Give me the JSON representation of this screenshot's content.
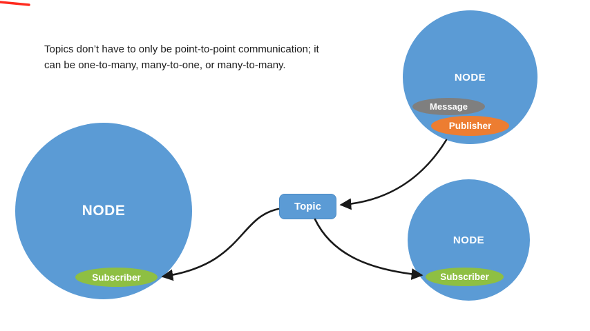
{
  "slide": {
    "description": "Topics don’t have to only be point-to-point communication; it can be one-to-many, many-to-one, or many-to-many."
  },
  "nodes": {
    "left": {
      "label": "NODE",
      "subscriber": "Subscriber"
    },
    "top_right": {
      "label": "NODE",
      "message": "Message",
      "publisher": "Publisher"
    },
    "bottom_right": {
      "label": "NODE",
      "subscriber": "Subscriber"
    }
  },
  "topic": {
    "label": "Topic"
  },
  "colors": {
    "node_fill": "#5b9bd5",
    "subscriber_fill": "#8ebf43",
    "publisher_fill": "#ed7d31",
    "message_fill": "#7f7f7f",
    "arrow": "#1a1a1a",
    "top_left_mark": "#ff2a1e"
  }
}
